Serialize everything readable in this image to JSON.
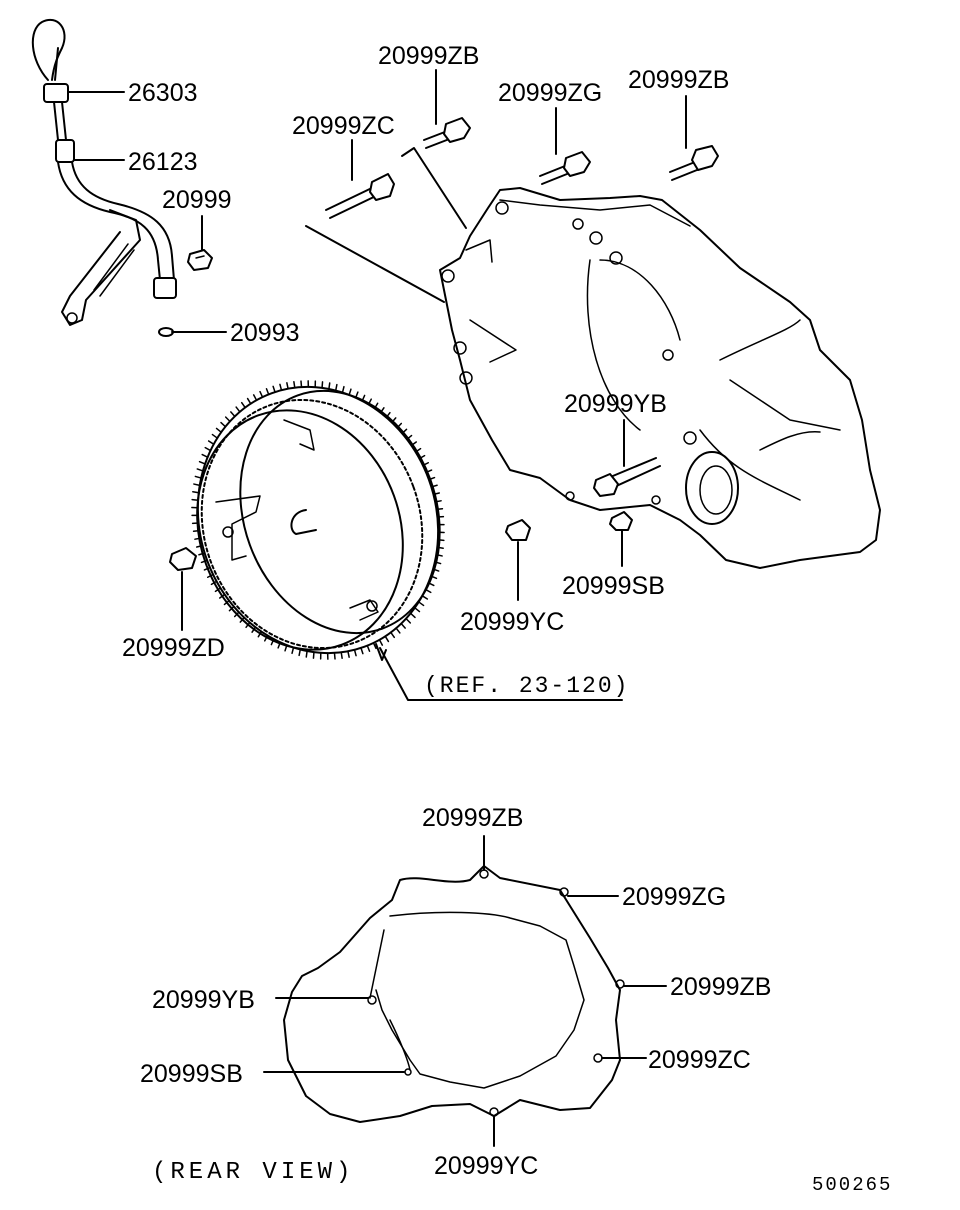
{
  "labels": {
    "p26303": "26303",
    "p26123": "26123",
    "p20999": "20999",
    "p20993": "20993",
    "zc_top": "20999ZC",
    "zb_top1": "20999ZB",
    "zg_top": "20999ZG",
    "zb_top2": "20999ZB",
    "yb_mid": "20999YB",
    "sb_mid": "20999SB",
    "yc_mid": "20999YC",
    "zd_mid": "20999ZD",
    "ref": "(REF. 23-120)",
    "rv_zb_top": "20999ZB",
    "rv_zg": "20999ZG",
    "rv_zb_right": "20999ZB",
    "rv_zc": "20999ZC",
    "rv_yb": "20999YB",
    "rv_sb": "20999SB",
    "rv_yc": "20999YC",
    "rear_view": "(REAR VIEW)",
    "diagram_code": "500265"
  }
}
